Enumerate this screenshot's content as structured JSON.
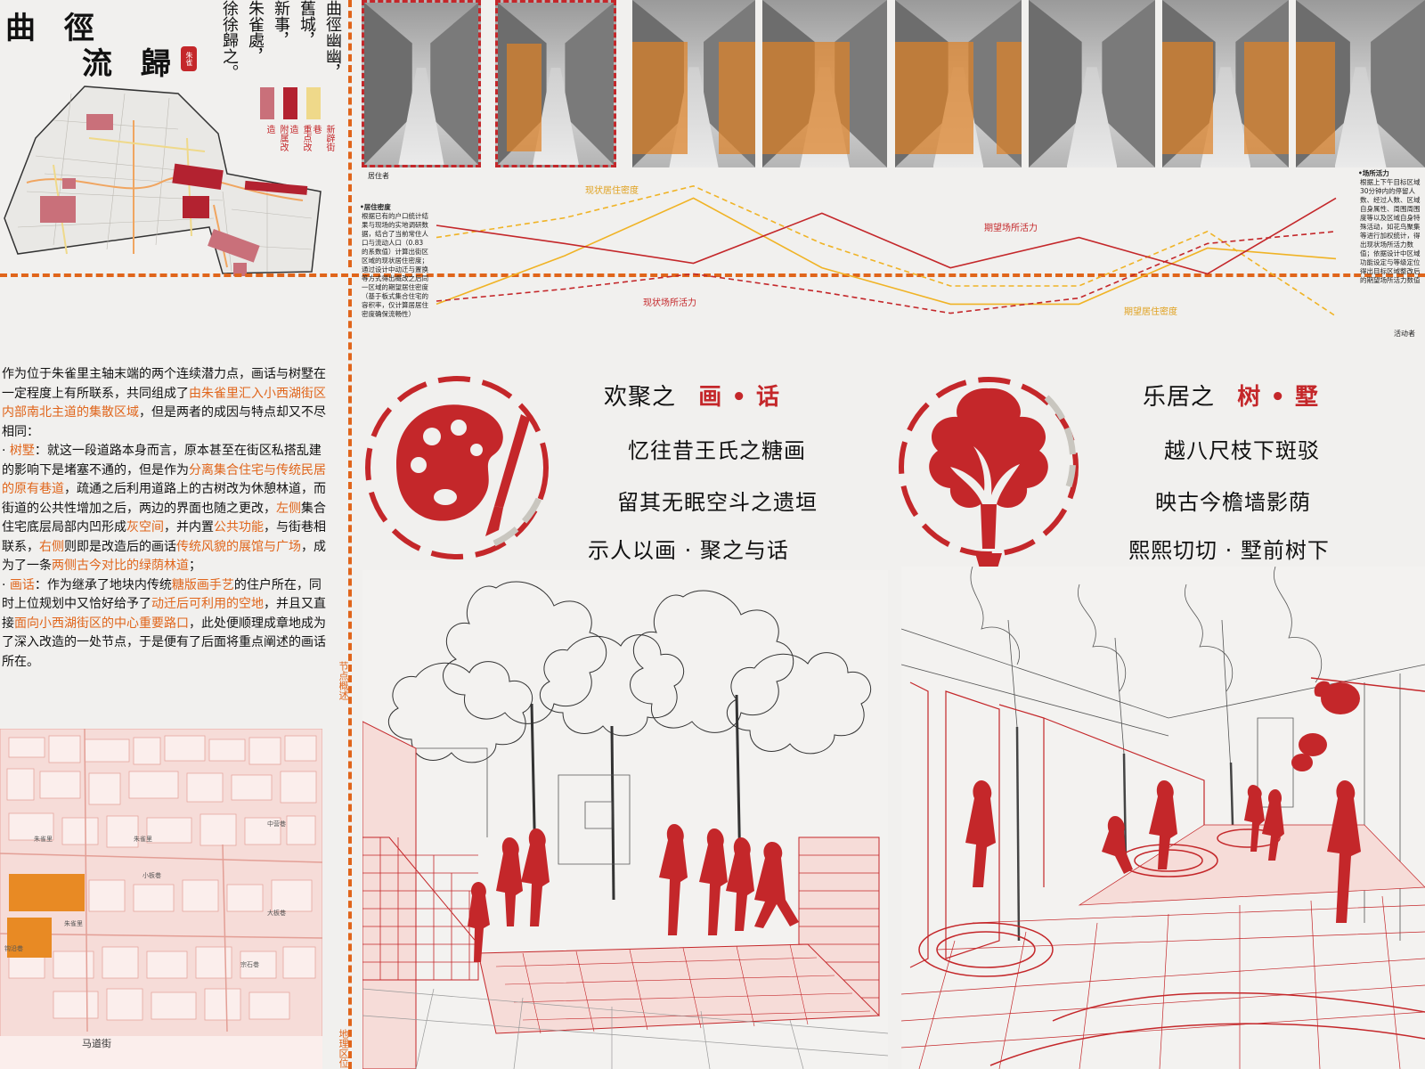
{
  "header": {
    "title_line1": "曲 徑",
    "title_line2": "流 歸",
    "seal": "朱雀",
    "poem_columns": [
      "曲徑幽幽，",
      "舊城，",
      "新事，",
      "朱雀處，",
      "徐徐歸之。"
    ]
  },
  "legend": {
    "items": [
      {
        "label": "附属改造",
        "color": "#c9707a"
      },
      {
        "label": "重点改造",
        "color": "#b32230"
      },
      {
        "label": "新辟街巷",
        "color": "#efd98a"
      }
    ]
  },
  "photos": {
    "caption_left": "居住者",
    "caption_right": "活动者"
  },
  "chart_data": {
    "type": "line",
    "x": [
      1,
      2,
      3,
      4,
      5,
      6,
      7,
      8
    ],
    "series": [
      {
        "name": "现状居住密度",
        "style": "dashed",
        "color": "#f0b325",
        "values": [
          62,
          75,
          96,
          58,
          30,
          30,
          66,
          10
        ]
      },
      {
        "name": "期望居住密度",
        "style": "solid",
        "color": "#f0b325",
        "values": [
          18,
          50,
          88,
          42,
          18,
          18,
          55,
          48
        ]
      },
      {
        "name": "期望场所活力",
        "style": "solid",
        "color": "#c4272a",
        "values": [
          70,
          58,
          45,
          78,
          42,
          62,
          38,
          88
        ]
      },
      {
        "name": "现状场所活力",
        "style": "dashed",
        "color": "#c4272a",
        "values": [
          20,
          28,
          38,
          26,
          12,
          22,
          58,
          66
        ]
      }
    ],
    "labels": {
      "current_density": "现状居住密度",
      "expected_density": "期望居住密度",
      "expected_vitality": "期望场所活力",
      "current_vitality": "现状场所活力"
    },
    "left_note_title": "•居住密度",
    "left_note": "根据已有的户口统计结果与现场的实地调研数据，结合了当前常住人口与流动人口（0.83的系数值）计算出街区区域的现状居住密度；通过设计中动迁与置换等方式得出概改之后同一区域的期望居住密度（基于板式集合住宅的容积率，仅计算居居住密度确保流畅性）",
    "right_note_title": "•场所活力",
    "right_note": "根据上下午目标区域30分钟内的停留人数、经过人数、区域自身属性、周围周围度等以及区域自身特殊活动，如花鸟聚集等进行加权统计，得出现状场所活力数值；依据设计中区域功能设定与等级定位得出目标区域整改后的期望场所活力数值"
  },
  "summary": {
    "paragraphs": [
      [
        {
          "t": "作为位于朱雀里主轴末端的两个连续潜力点，画话与树墅在一定程度上有所联系，共同组成了",
          "h": false
        },
        {
          "t": "由朱雀里汇入小西湖街区内部南北主道的集散区域",
          "h": true
        },
        {
          "t": "，但是两者的成因与特点却又不尽相同：",
          "h": false
        }
      ],
      [
        {
          "t": "·  ",
          "h": false
        },
        {
          "t": "树墅",
          "h": true
        },
        {
          "t": "：就这一段道路本身而言，原本甚至在街区私搭乱建的影响下是堵塞不通的，但是作为",
          "h": false
        },
        {
          "t": "分离集合住宅与传统民居的原有巷道",
          "h": true
        },
        {
          "t": "，疏通之后利用道路上的古树改为休憩林道，而街道的公共性增加之后，两边的界面也随之更改，",
          "h": false
        },
        {
          "t": "左侧",
          "h": true
        },
        {
          "t": "集合住宅底层局部内凹形成",
          "h": false
        },
        {
          "t": "灰空间",
          "h": true
        },
        {
          "t": "，并内置",
          "h": false
        },
        {
          "t": "公共功能",
          "h": true
        },
        {
          "t": "，与街巷相联系，",
          "h": false
        },
        {
          "t": "右侧",
          "h": true
        },
        {
          "t": "则即是改造后的画话",
          "h": false
        },
        {
          "t": "传统风貌的展馆与广场",
          "h": true
        },
        {
          "t": "，成为了一条",
          "h": false
        },
        {
          "t": "两侧古今对比的绿荫林道",
          "h": true
        },
        {
          "t": "；",
          "h": false
        }
      ],
      [
        {
          "t": "·  ",
          "h": false
        },
        {
          "t": "画话",
          "h": true
        },
        {
          "t": "：作为继承了地块内传统",
          "h": false
        },
        {
          "t": "糖版画手艺",
          "h": true
        },
        {
          "t": "的住户所在，同时上位规划中又恰好给予了",
          "h": false
        },
        {
          "t": "动迁后可利用的空地",
          "h": true
        },
        {
          "t": "，并且又直接",
          "h": false
        },
        {
          "t": "面向小西湖街区的中心重要路口",
          "h": true
        },
        {
          "t": "，此处便顺理成章地成为了深入改造的一处节点，于是便有了后面将重点阐述的画话所在。",
          "h": false
        }
      ]
    ]
  },
  "side_labels": {
    "overview": "节点概述",
    "location": "地理区位"
  },
  "location_map": {
    "street_label": "马道街",
    "lane_labels": [
      "朱雀里",
      "朱雀里",
      "中营巷",
      "小板巷",
      "朱雀里",
      "大板巷",
      "钩沿巷",
      "宗石巷"
    ]
  },
  "nodes": {
    "left": {
      "title_prefix": "欢聚之",
      "title_em": "画 • 话",
      "lines": [
        "忆往昔王氏之糖画",
        "留其无眠空斗之遗垣",
        "示人以画 · 聚之与话"
      ]
    },
    "right": {
      "title_prefix": "乐居之",
      "title_em": "树 • 墅",
      "lines": [
        "越八尺枝下斑驳",
        "映古今檐墙影荫",
        "熙熙切切 · 墅前树下"
      ]
    }
  },
  "colors": {
    "accent_orange": "#e0651b",
    "accent_red": "#c4272a",
    "muted_gray": "#c9c6bf"
  }
}
